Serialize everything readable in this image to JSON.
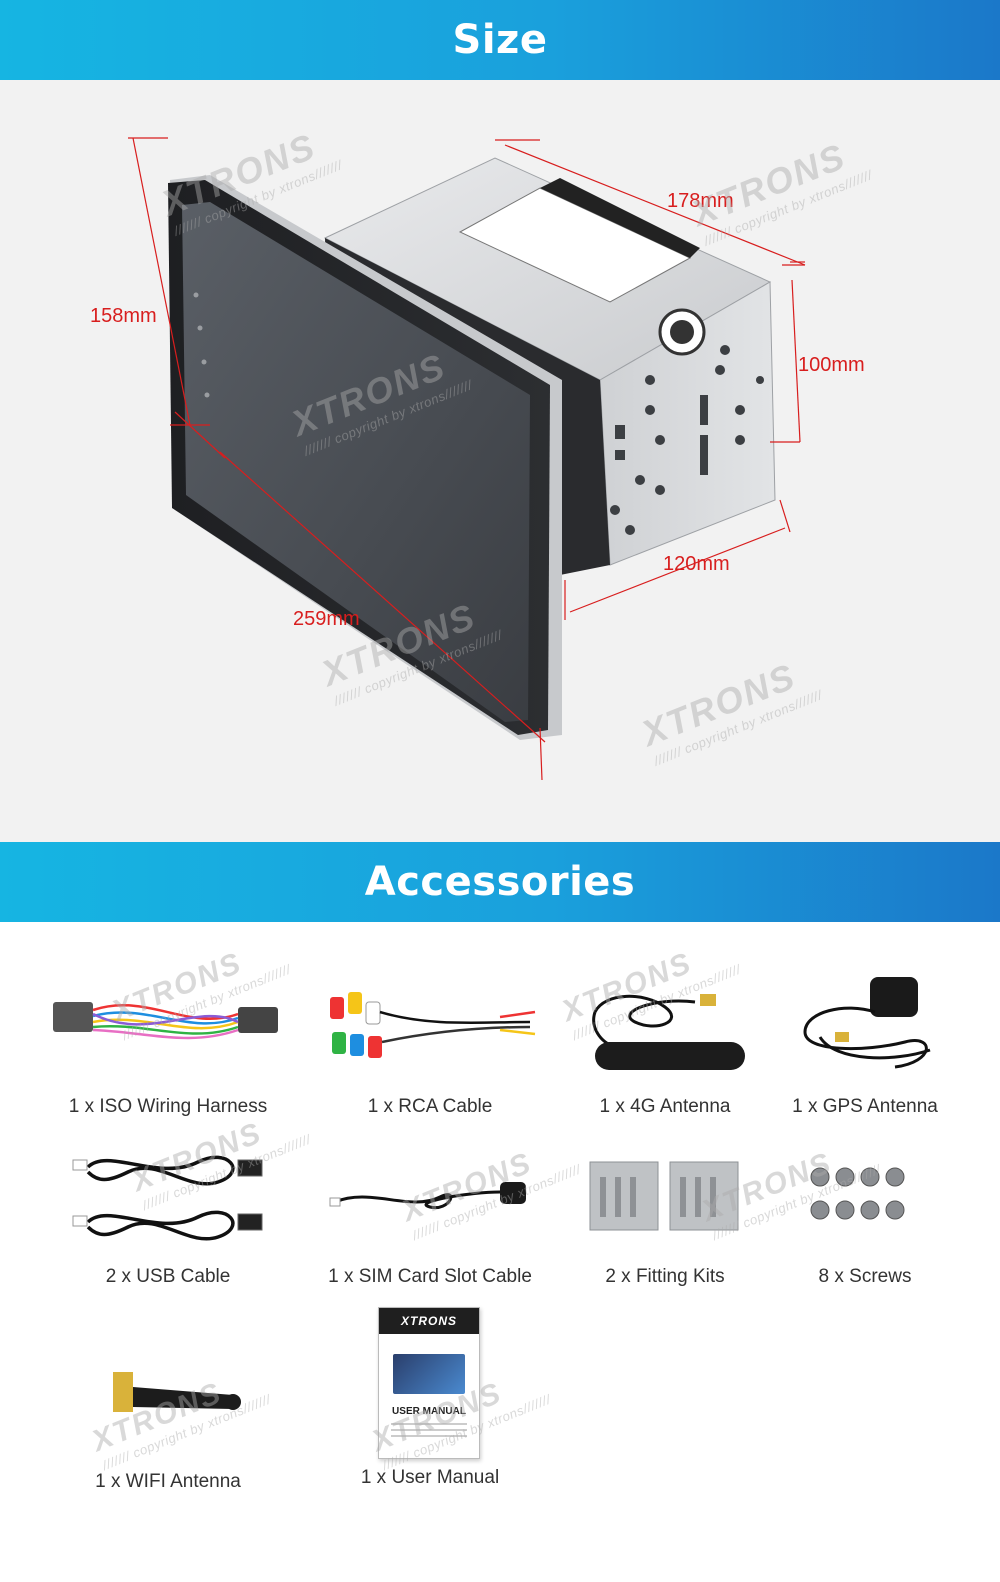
{
  "sections": {
    "size_title": "Size",
    "accessories_title": "Accessories"
  },
  "dimensions": {
    "width_front": "259mm",
    "height_front": "158mm",
    "depth_top": "178mm",
    "height_box": "100mm",
    "width_box": "120mm"
  },
  "brand": "XTRONS",
  "watermark_text": "/////// copyright by xtrons///////",
  "accessories": [
    {
      "label": "1 x ISO Wiring Harness",
      "icon": "wiring-harness-icon"
    },
    {
      "label": "1 x RCA Cable",
      "icon": "rca-cable-icon"
    },
    {
      "label": "1 x 4G Antenna",
      "icon": "4g-antenna-icon"
    },
    {
      "label": "1 x GPS Antenna",
      "icon": "gps-antenna-icon"
    },
    {
      "label": "2 x USB Cable",
      "icon": "usb-cable-icon"
    },
    {
      "label": "1 x SIM Card Slot Cable",
      "icon": "sim-cable-icon"
    },
    {
      "label": "2 x Fitting Kits",
      "icon": "fitting-kit-icon"
    },
    {
      "label": "8 x Screws",
      "icon": "screws-icon"
    },
    {
      "label": "1 x WIFI Antenna",
      "icon": "wifi-antenna-icon"
    },
    {
      "label": "1 x User Manual",
      "icon": "user-manual-icon"
    }
  ],
  "manual": {
    "brand": "XTRONS",
    "title": "USER MANUAL"
  },
  "colors": {
    "banner_start": "#16b5e2",
    "banner_end": "#1b78c9",
    "dimension_red": "#d81e1e"
  }
}
